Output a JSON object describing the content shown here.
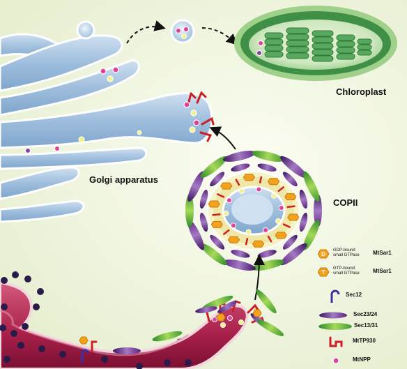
{
  "labels": {
    "chloroplast": "Chloroplast",
    "golgi": "Golgi apparatus",
    "copii": "COPII"
  },
  "legend": {
    "gdp_line1": "GDP-bound",
    "gdp_line2": "small GTPase",
    "gdp_name": "MtSar1",
    "gtp_line1": "GTP-bound",
    "gtp_line2": "small GTPase",
    "gtp_name": "MtSar1",
    "sec12": "Sec12",
    "sec23_24": "Sec23/24",
    "sec13_31": "Sec13/31",
    "mttp930": "MtTP930",
    "mtnpp": "MtNPP",
    "gdp_symbol": "D",
    "gtp_symbol": "T"
  },
  "colors": {
    "golgi_fill": "#a9c6e2",
    "er_fill": "#a8204a",
    "chloroplast_fill": "#5cae74",
    "sar1_fill": "#f2a21c",
    "cargo_receptor": "#cc1f22",
    "sec23_24_purple": "#6d2a83",
    "sec13_31_green": "#5cb233",
    "mtnpp_pink": "#e0409a"
  }
}
